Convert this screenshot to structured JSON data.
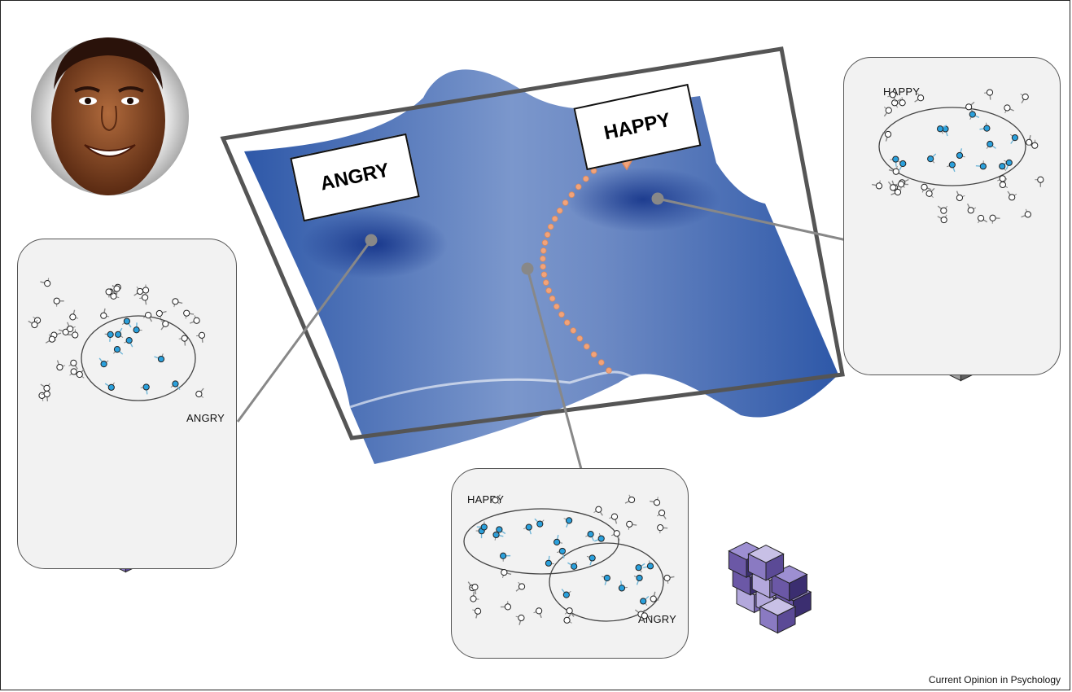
{
  "landscape": {
    "attractor_left_label": "ANGRY",
    "attractor_right_label": "HAPPY"
  },
  "panels": {
    "angry_panel": {
      "label": "ANGRY"
    },
    "happy_panel": {
      "label": "HAPPY"
    },
    "mixed_panel": {
      "label_top": "HAPPY",
      "label_bottom": "ANGRY"
    }
  },
  "colors": {
    "surface": "#3c66b2",
    "surface_dark": "#1c3f90",
    "trajectory": "#f2a37a",
    "node_active": "#2aa0dc",
    "cube_purple": "#6b58a6",
    "cube_gray": "#8a8a8a"
  },
  "footer": {
    "credit": "Current Opinion in Psychology"
  }
}
